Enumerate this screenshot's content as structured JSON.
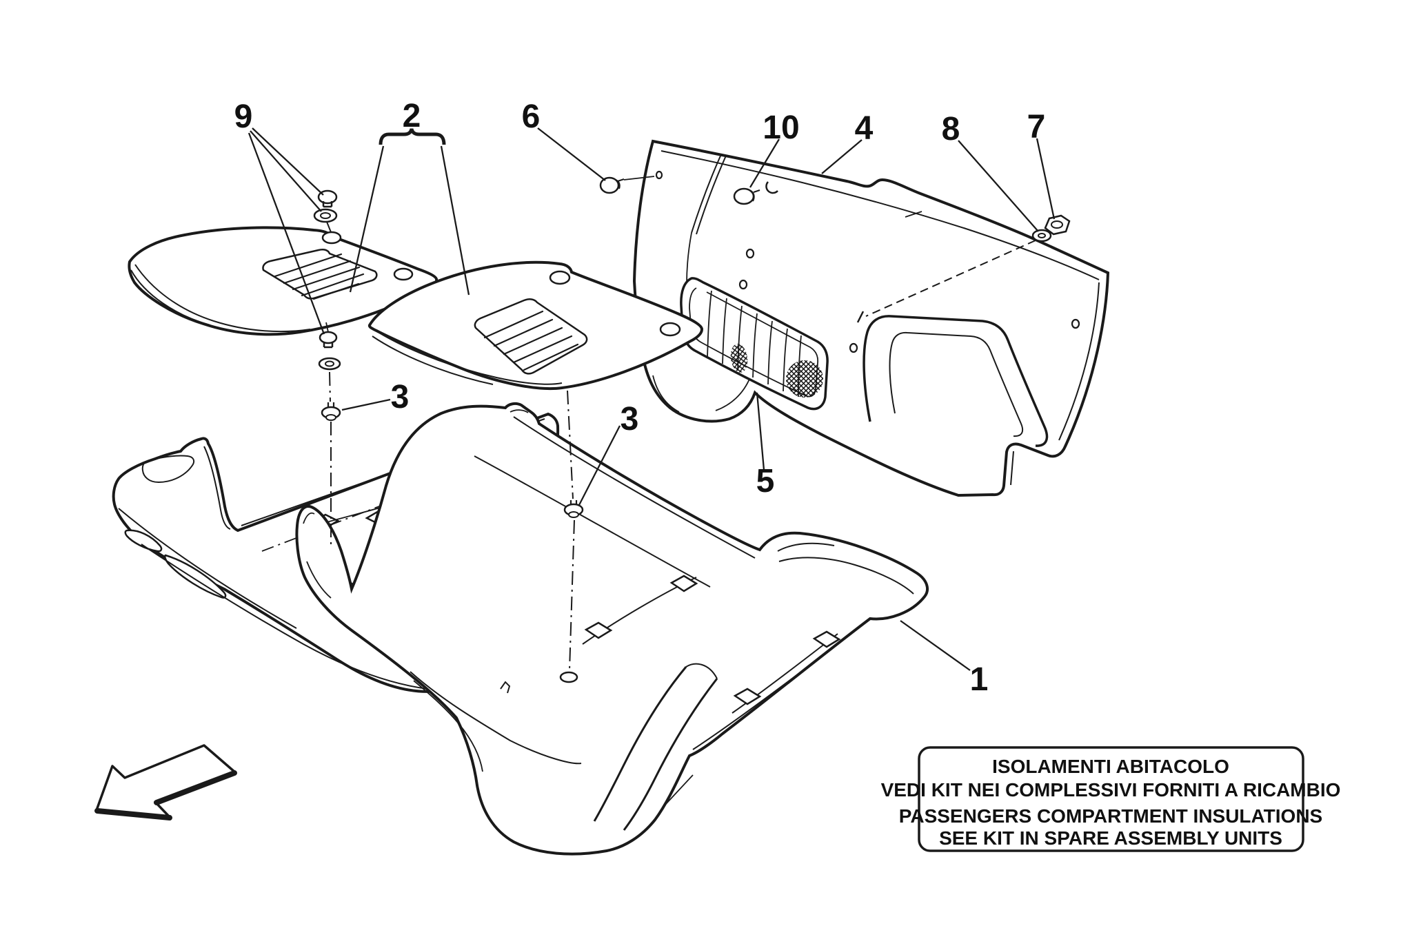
{
  "figure": {
    "background_color": "#ffffff",
    "line_color": "#1a1a1a",
    "type": "exploded-parts-diagram"
  },
  "callouts": [
    {
      "id": "c9",
      "label": "9"
    },
    {
      "id": "c2",
      "label": "2"
    },
    {
      "id": "c6",
      "label": "6"
    },
    {
      "id": "c10",
      "label": "10"
    },
    {
      "id": "c4",
      "label": "4"
    },
    {
      "id": "c8",
      "label": "8"
    },
    {
      "id": "c7",
      "label": "7"
    },
    {
      "id": "c3a",
      "label": "3"
    },
    {
      "id": "c3b",
      "label": "3"
    },
    {
      "id": "c5",
      "label": "5"
    },
    {
      "id": "c1",
      "label": "1"
    }
  ],
  "note_box": {
    "lines": [
      "ISOLAMENTI ABITACOLO",
      "VEDI KIT NEI COMPLESSIVI FORNITI A RICAMBIO",
      "PASSENGERS COMPARTMENT INSULATIONS",
      "SEE KIT IN SPARE ASSEMBLY UNITS"
    ]
  }
}
